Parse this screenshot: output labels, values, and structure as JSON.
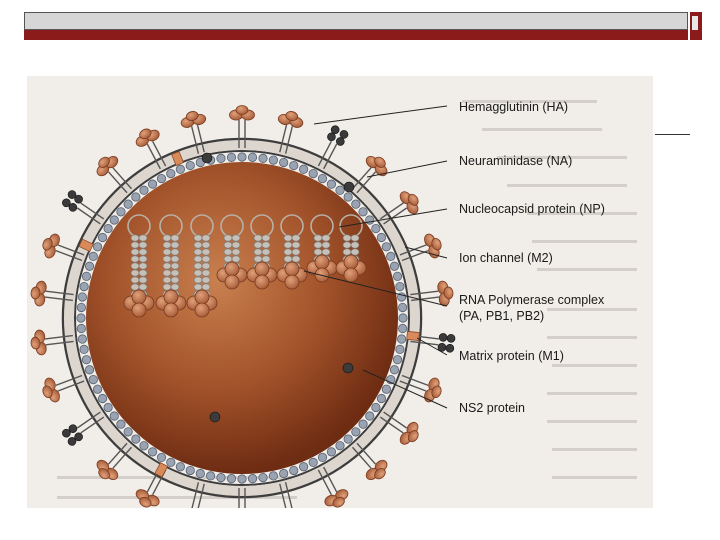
{
  "diagram": {
    "labels": [
      {
        "id": "ha",
        "text": "Hemagglutinin (HA)"
      },
      {
        "id": "na",
        "text": "Neuraminidase (NA)"
      },
      {
        "id": "np",
        "text": "Nucleocapsid protein (NP)"
      },
      {
        "id": "m2",
        "text": "Ion channel (M2)"
      },
      {
        "id": "pol1",
        "text": "RNA Polymerase complex"
      },
      {
        "id": "pol2",
        "text": "(PA, PB1, PB2)"
      },
      {
        "id": "m1",
        "text": "Matrix protein (M1)"
      },
      {
        "id": "ns2",
        "text": "NS2 protein"
      }
    ]
  },
  "colors": {
    "header_bar": "#8b1a1a",
    "header_box": "#d6d6d6",
    "page_bg": "#f1ede8",
    "virion_core": "#9a4a22",
    "spike_head": "#c0704a",
    "na_head": "#3a3a3a",
    "matrix": "#9aa3b2"
  }
}
